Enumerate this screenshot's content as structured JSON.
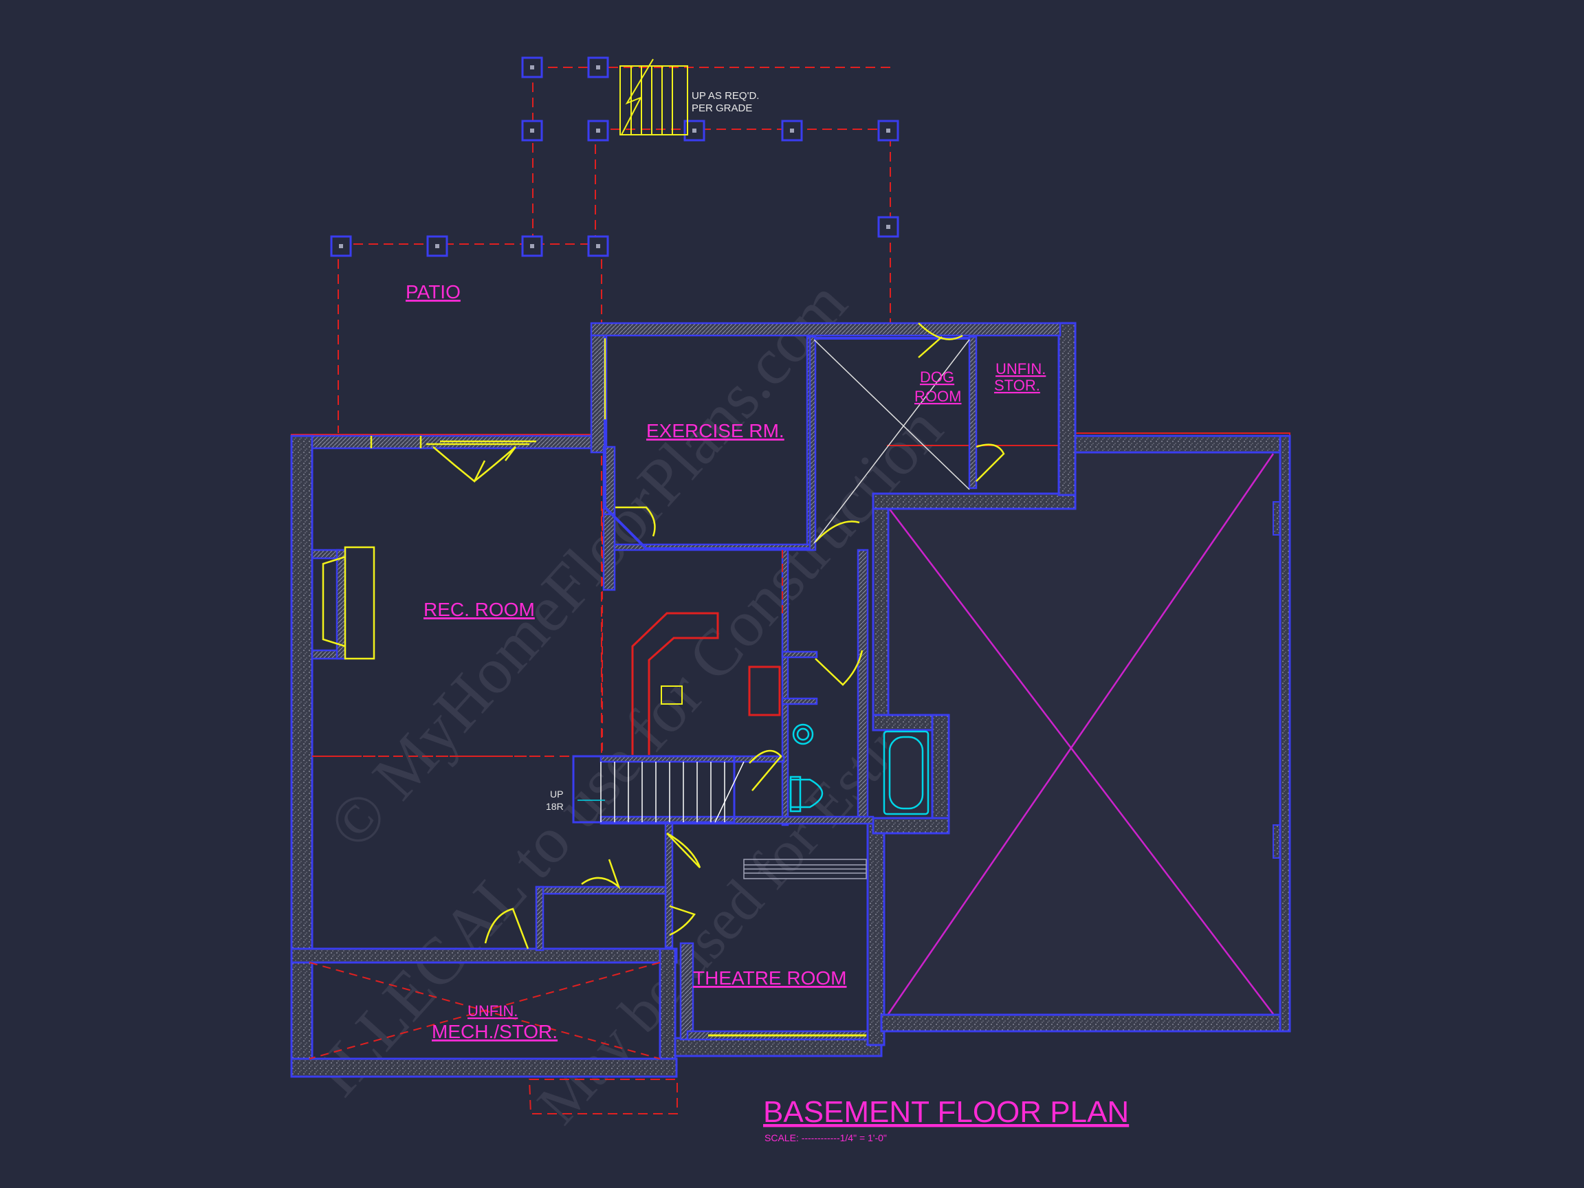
{
  "title": "BASEMENT FLOOR PLAN",
  "scale": "SCALE: ------------1/4\" = 1'-0\"",
  "stair_note": [
    "UP AS REQ'D.",
    "PER GRADE"
  ],
  "stair_up": [
    "UP",
    "18R"
  ],
  "rooms": {
    "patio": "PATIO",
    "exercise": "EXERCISE RM.",
    "dog_room": [
      "DOG",
      "ROOM"
    ],
    "unfin_stor": [
      "UNFIN.",
      "STOR."
    ],
    "rec_room": "REC. ROOM",
    "theatre": "THEATRE ROOM",
    "mech_stor": [
      "UNFIN.",
      "MECH./STOR."
    ]
  },
  "watermark": [
    "© MyHomeFloorPlans.com",
    "ILLEGAL to use for Construction",
    "May be used for Estimations"
  ],
  "colors": {
    "background": "#262a3d",
    "room_label": "#ff2bd6",
    "wall_outline": "#3a3df0",
    "foundation": "#e02020",
    "door": "#f2f21a",
    "fixture": "#00d6e8",
    "garage_x": "#cc22cc"
  }
}
